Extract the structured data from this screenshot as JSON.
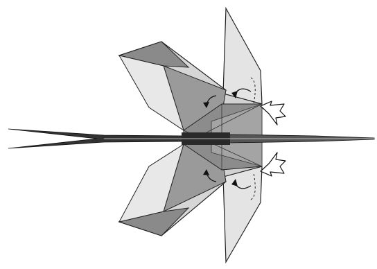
{
  "diagram": {
    "kind": "origami-folding-step",
    "subject": "flap-folds",
    "colors": {
      "background": "#ffffff",
      "dark_gray": "#7a7a7a",
      "mid_gray": "#9c9c9c",
      "light_gray": "#d4d4d4",
      "lightest_gray": "#e6e6e6",
      "line": "#222222",
      "arrow_fill": "#ffffff"
    },
    "flaps": [
      {
        "id": "upper-left-flap",
        "fold": "valley"
      },
      {
        "id": "lower-left-flap",
        "fold": "valley"
      },
      {
        "id": "upper-right-flap",
        "fold": "valley"
      },
      {
        "id": "lower-right-flap",
        "fold": "valley"
      }
    ],
    "arrows": [
      {
        "id": "upper-fold-arrow",
        "icon": "curved-fold-arrow-icon"
      },
      {
        "id": "lower-fold-arrow",
        "icon": "curved-fold-arrow-icon"
      },
      {
        "id": "upper-small-arrow",
        "icon": "small-curved-arrow-icon"
      },
      {
        "id": "lower-small-arrow",
        "icon": "small-curved-arrow-icon"
      },
      {
        "id": "upper-push-arrow",
        "icon": "hollow-push-arrow-icon"
      },
      {
        "id": "lower-push-arrow",
        "icon": "hollow-push-arrow-icon"
      }
    ]
  }
}
